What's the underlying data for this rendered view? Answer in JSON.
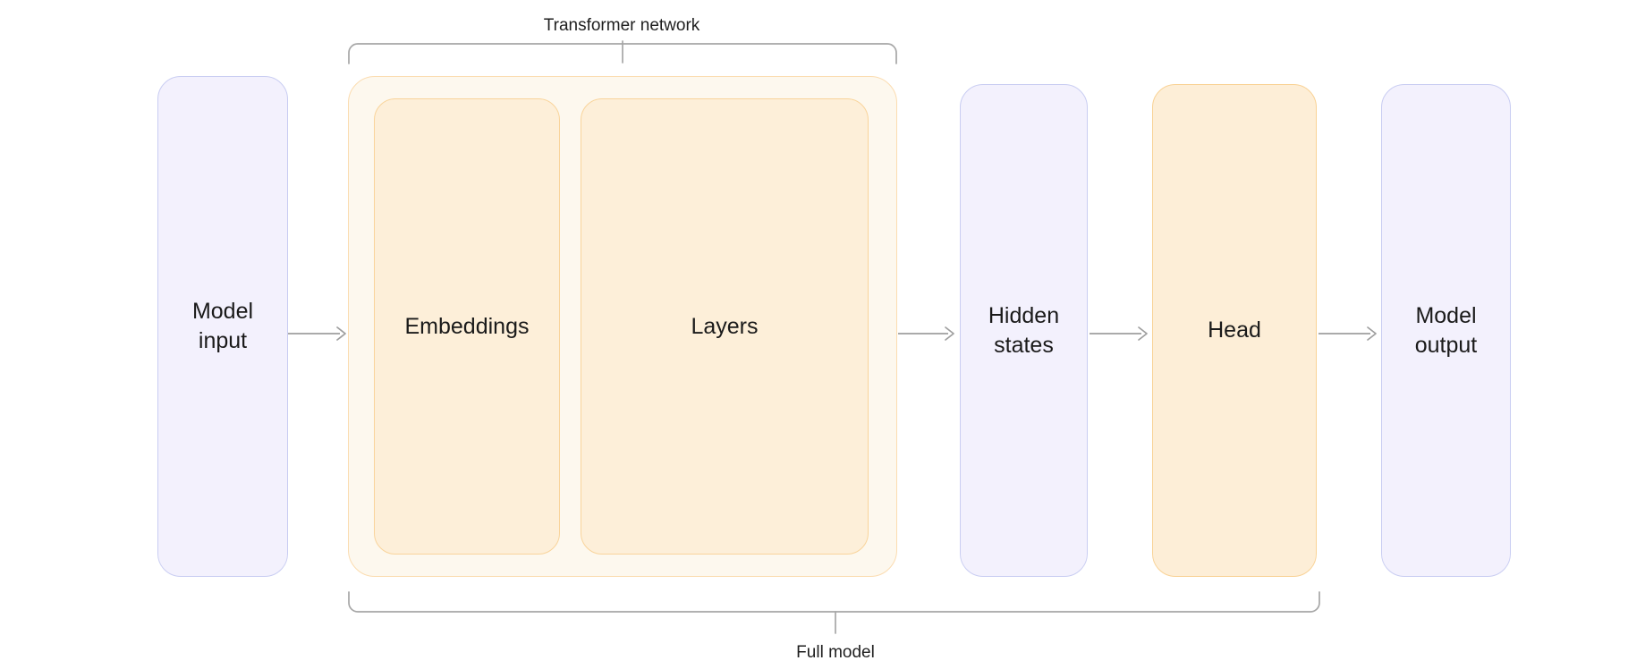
{
  "diagram": {
    "title": "Transformer model architecture flow",
    "colors": {
      "lavender_fill": "#f3f1fd",
      "lavender_border": "#c9cdf2",
      "orange_outer_fill": "#fdf8ee",
      "orange_outer_border": "#fbdcb0",
      "orange_inner_fill": "#fdefd9",
      "orange_inner_border": "#f9d49b",
      "arrow": "#9e9e9e",
      "bracket": "#a6a6a6",
      "text": "#1a1a1a",
      "background": "#ffffff"
    },
    "nodes": {
      "model_input": "Model\ninput",
      "embeddings": "Embeddings",
      "layers": "Layers",
      "hidden_states": "Hidden\nstates",
      "head": "Head",
      "model_output": "Model\noutput"
    },
    "brackets": {
      "transformer_network": "Transformer network",
      "full_model": "Full model"
    },
    "arrows": [
      {
        "name": "input-to-transformer",
        "from": "Model input",
        "to": "Embeddings"
      },
      {
        "name": "transformer-to-hidden",
        "from": "Layers",
        "to": "Hidden states"
      },
      {
        "name": "hidden-to-head",
        "from": "Hidden states",
        "to": "Head"
      },
      {
        "name": "head-to-output",
        "from": "Head",
        "to": "Model output"
      }
    ],
    "groups": {
      "transformer_network_contains": [
        "Embeddings",
        "Layers"
      ],
      "full_model_contains": [
        "Embeddings",
        "Layers",
        "Hidden states",
        "Head"
      ]
    }
  }
}
